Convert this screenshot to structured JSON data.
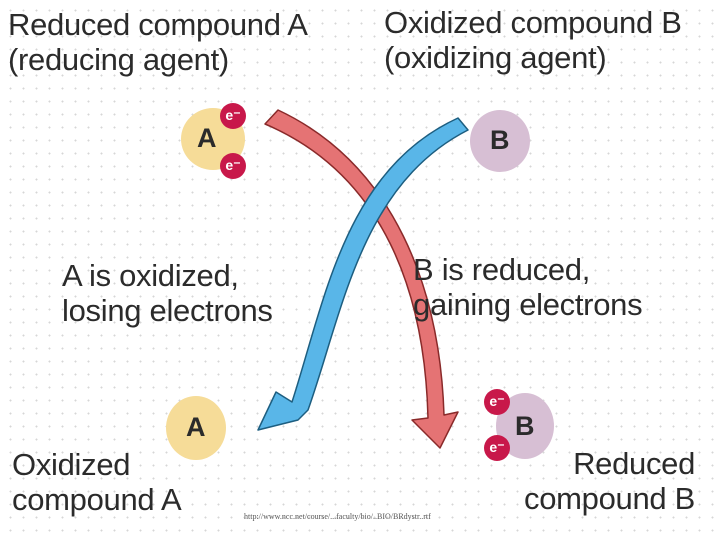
{
  "colors": {
    "text": "#2b2b2b",
    "compound_a": "#f6dc98",
    "compound_b": "#d7bfd4",
    "electron": "#c8184a",
    "red_arrow": "#e57374",
    "red_arrow_stroke": "#8a2a2a",
    "blue_arrow": "#59b6e8",
    "blue_arrow_stroke": "#1d5e80"
  },
  "top_left": {
    "line1": "Reduced compound A",
    "line2": "(reducing agent)"
  },
  "top_right": {
    "line1": "Oxidized compound B",
    "line2": "(oxidizing agent)"
  },
  "mid_left": {
    "line1": "A is oxidized,",
    "line2": "losing electrons"
  },
  "mid_right": {
    "line1": "B is reduced,",
    "line2": "gaining electrons"
  },
  "bottom_left": {
    "line1": "Oxidized",
    "line2": "compound A"
  },
  "bottom_right": {
    "line1": "Reduced",
    "line2": "compound B"
  },
  "molecules": {
    "a_top": {
      "letter": "A",
      "icon": "compound-a-icon"
    },
    "b_top": {
      "letter": "B",
      "icon": "compound-b-icon"
    },
    "a_bottom": {
      "letter": "A",
      "icon": "compound-a-icon"
    },
    "b_bottom": {
      "letter": "B",
      "icon": "compound-b-icon"
    }
  },
  "electron_label": "e⁻",
  "arrows": {
    "oxidation": {
      "icon": "curved-arrow-icon",
      "direction": "top-left to bottom-right"
    },
    "reduction": {
      "icon": "curved-arrow-icon",
      "direction": "top-right to bottom-left"
    }
  },
  "source_url": "http://www.ncc.net/course/...faculty/bio/..BIO/BRdystr..rtf"
}
